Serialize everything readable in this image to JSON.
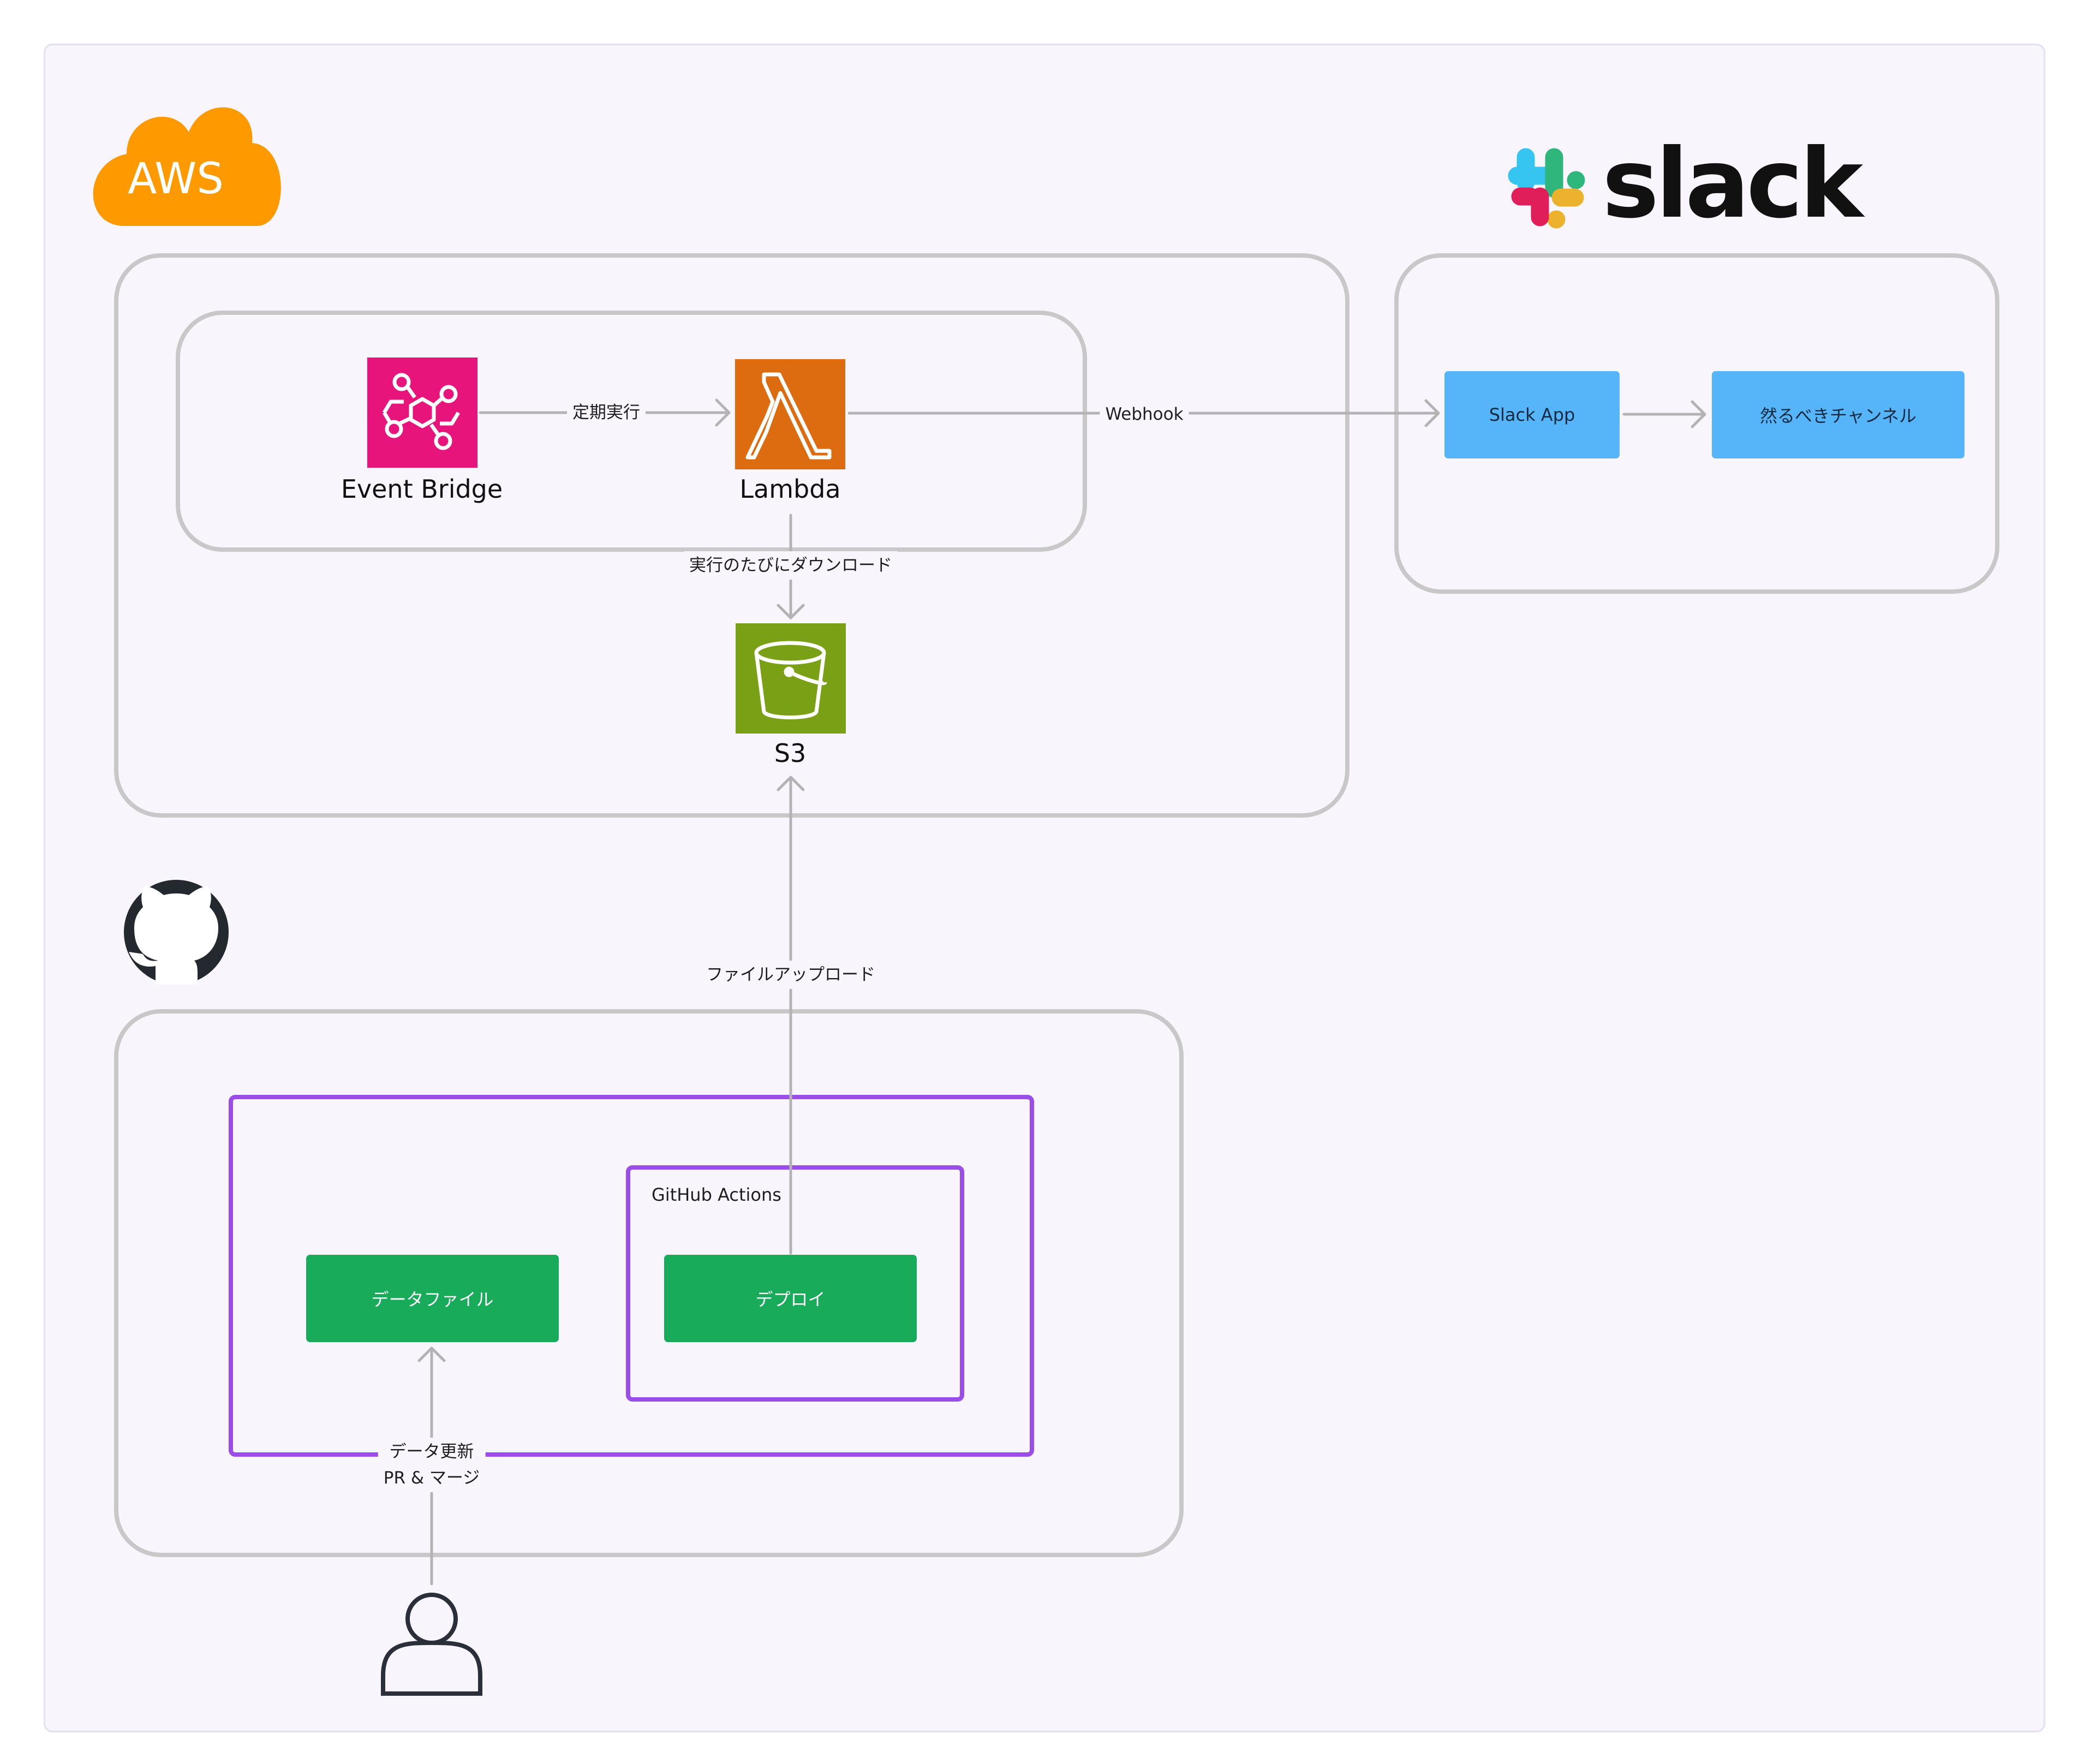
{
  "logos": {
    "aws": "AWS",
    "slack": "slack"
  },
  "services": {
    "eventbridge": "Event Bridge",
    "lambda": "Lambda",
    "s3": "S3"
  },
  "edges": {
    "schedule": "定期実行",
    "webhook": "Webhook",
    "download": "実行のたびにダウンロード",
    "upload": "ファイルアップロード",
    "update_line1": "データ更新",
    "update_line2": "PR & マージ"
  },
  "slack_nodes": {
    "app": "Slack App",
    "channel": "然るべきチャンネル"
  },
  "github": {
    "actions_title": "GitHub Actions",
    "data_file": "データファイル",
    "deploy": "デプロイ"
  },
  "icons": [
    "aws-cloud-icon",
    "slack-icon",
    "github-icon",
    "eventbridge-icon",
    "lambda-icon",
    "s3-bucket-icon",
    "user-icon"
  ],
  "colors": {
    "aws_orange": "#ff9900",
    "eventbridge": "#e7157b",
    "lambda": "#dd6b10",
    "s3": "#7aa116",
    "slack_node": "#56b4f8",
    "github_node": "#18ab5a",
    "repo_border": "#9b4dea",
    "group_border": "#c8c8c8",
    "arrow": "#b3b3b3"
  }
}
